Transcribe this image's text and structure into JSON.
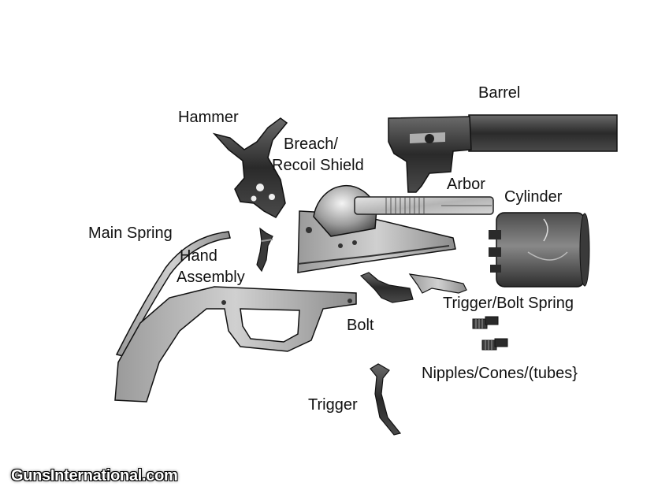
{
  "labels": {
    "barrel": "Barrel",
    "hammer": "Hammer",
    "breach_line1": "Breach/",
    "breach_line2": "Recoil Shield",
    "arbor": "Arbor",
    "cylinder": "Cylinder",
    "main_spring": "Main Spring",
    "hand_line1": "Hand",
    "hand_line2": "Assembly",
    "trigger_bolt_spring": "Trigger/Bolt Spring",
    "bolt": "Bolt",
    "nipples": "Nipples/Cones/(tubes}",
    "trigger": "Trigger"
  },
  "watermark": "GunsInternational.com"
}
